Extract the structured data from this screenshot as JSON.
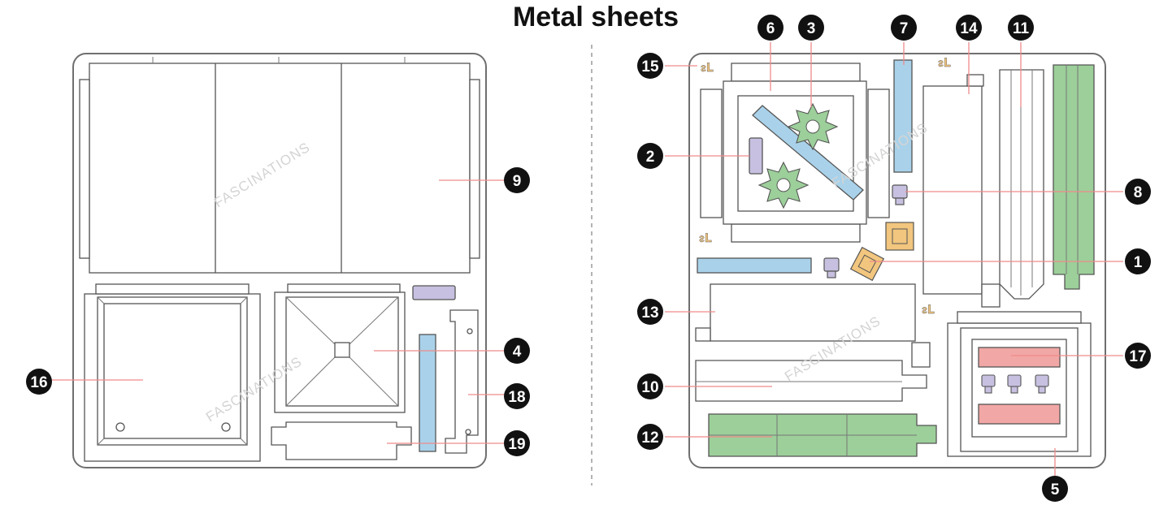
{
  "title": "Metal sheets",
  "watermark": "FASCINATIONS",
  "colors": {
    "blue": "#a9d2ea",
    "green": "#9ccf9a",
    "purple": "#c7c0e0",
    "orange": "#f2c67e",
    "red": "#f1a7a5",
    "outline": "#555555",
    "leader": "#ef8a8a"
  },
  "callouts": {
    "c1": "1",
    "c2": "2",
    "c3": "3",
    "c4": "4",
    "c5": "5",
    "c6": "6",
    "c7": "7",
    "c8": "8",
    "c9": "9",
    "c10": "10",
    "c11": "11",
    "c12": "12",
    "c13": "13",
    "c14": "14",
    "c15": "15",
    "c16": "16",
    "c17": "17",
    "c18": "18",
    "c19": "19"
  }
}
